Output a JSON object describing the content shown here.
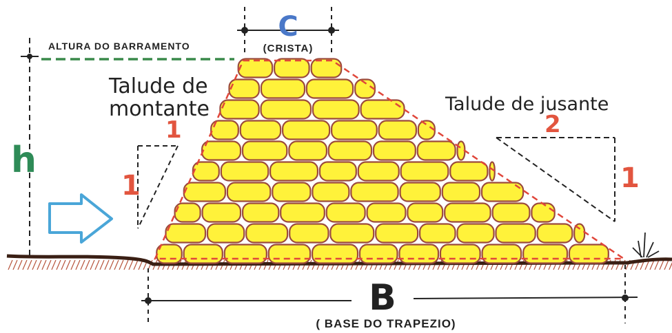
{
  "labels": {
    "crest_letter": "C",
    "crest_caption": "(CRISTA)",
    "dam_height_caption": "ALTURA DO BARRAMENTO",
    "height_letter": "h",
    "upstream_slope_line1": "Talude de",
    "upstream_slope_line2": "montante",
    "downstream_slope": "Talude de jusante",
    "upstream_ratio_horizontal": "1",
    "upstream_ratio_vertical": "1",
    "downstream_ratio_horizontal": "2",
    "downstream_ratio_vertical": "1",
    "base_letter": "B",
    "base_caption": "( BASE DO TRAPEZIO)"
  },
  "colors": {
    "stone_fill": "#fff23a",
    "stone_outline": "#9b4a3c",
    "trapezoid_outline": "#e0463a",
    "crest_letter": "#4a78c8",
    "height_letter": "#2e8b57",
    "height_dashed_line": "#3a8a4a",
    "ratio_numbers": "#e2553f",
    "water_arrow": "#4aa6d8",
    "ground": "#3a1f14",
    "ground_hatch": "#b5523a",
    "ink": "#222222"
  },
  "icons": {
    "flow_arrow": "water-flow-arrow-icon",
    "grass": "grass-tuft-icon"
  }
}
